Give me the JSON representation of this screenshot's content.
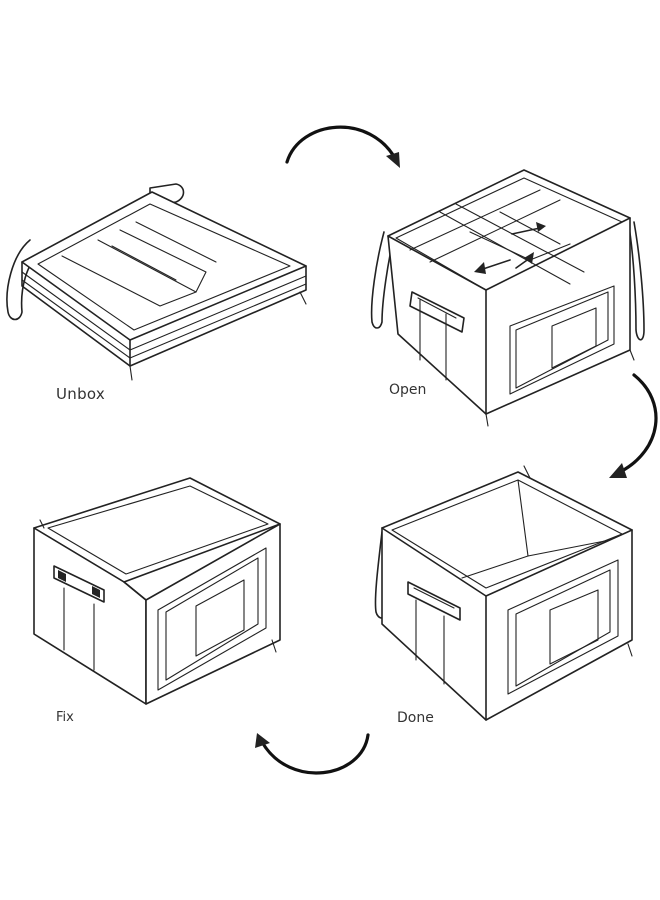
{
  "steps": [
    {
      "label": "Unbox"
    },
    {
      "label": "Open"
    },
    {
      "label": "Fix"
    },
    {
      "label": "Done"
    }
  ],
  "colors": {
    "line": "#222222",
    "background": "#ffffff"
  }
}
